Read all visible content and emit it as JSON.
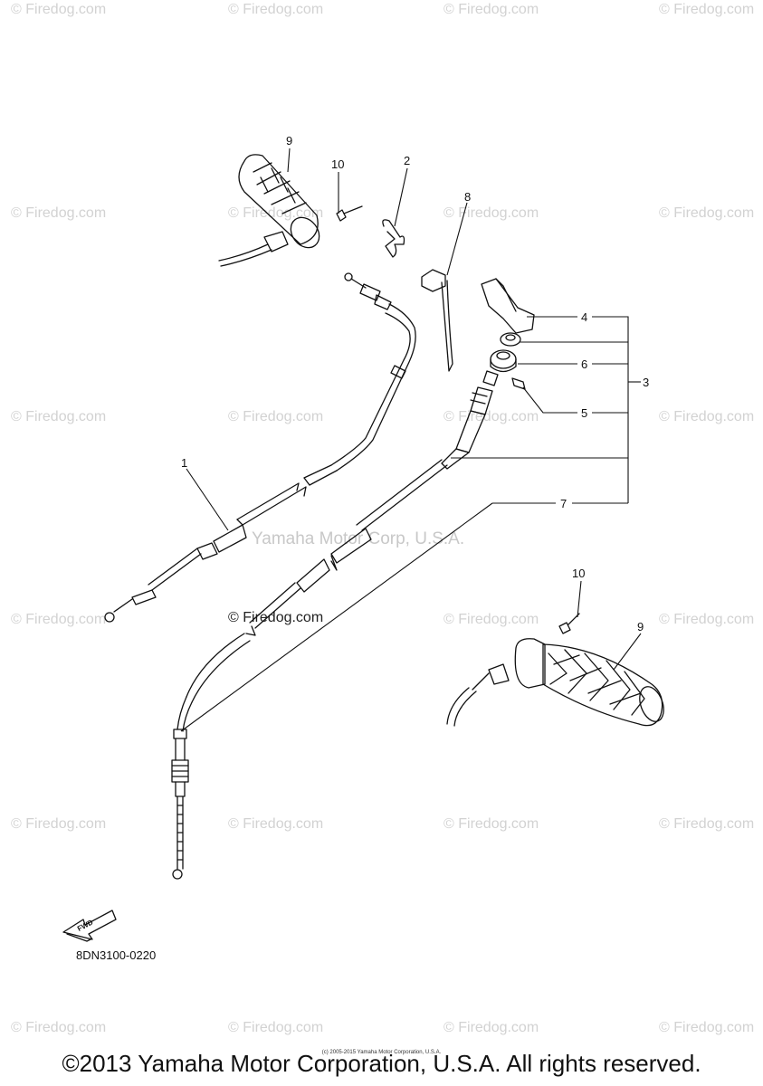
{
  "watermark": "© Firedog.com",
  "center_watermark": "Yamaha Motor Corp, U.S.A.",
  "center_watermark2": "© Firedog.com",
  "fwd_label": "FWD",
  "diagram_ref": "8DN3100-0220",
  "copyright_small": "(c) 2005-2015 Yamaha Motor Corporation, U.S.A.",
  "copyright": "©2013 Yamaha Motor Corporation, U.S.A. All rights reserved.",
  "callouts": {
    "c1": "1",
    "c2": "2",
    "c3": "3",
    "c4": "4",
    "c5": "5",
    "c6": "6",
    "c7": "7",
    "c8": "8",
    "c9a": "9",
    "c9b": "9",
    "c10a": "10",
    "c10b": "10"
  },
  "colors": {
    "line": "#111111",
    "watermark": "#d2d2d2"
  }
}
